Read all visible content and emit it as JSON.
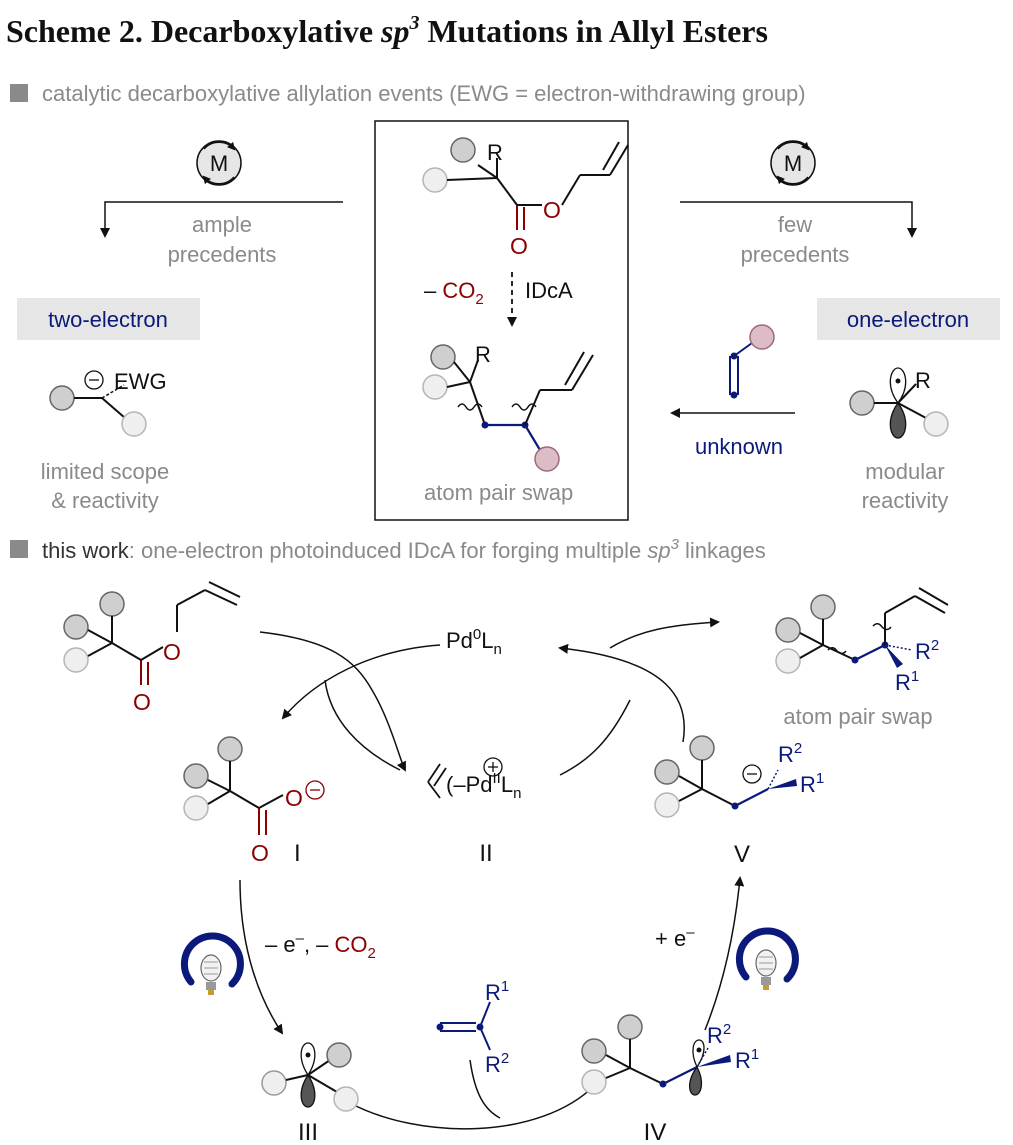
{
  "title_prefix": "Scheme 2. Decarboxylative ",
  "title_sp": "sp",
  "title_3": "3",
  "title_suffix": " Mutations in Allyl Esters",
  "section1": "catalytic decarboxylative allylation events (EWG = electron-withdrawing group)",
  "section2_bold": "this work",
  "section2_a": ": one-electron photoinduced IDcA for forging multiple ",
  "section2_b": " linkages",
  "cat_symbol": "M",
  "ample": "ample",
  "ample_precedents": "precedents",
  "few": "few",
  "few_precedents": "precedents",
  "two_electron": "two-electron",
  "one_electron": "one-electron",
  "ewg": "EWG",
  "R": "R",
  "minus": "– ",
  "co2": "CO",
  "co2_sub": "2",
  "idca": "IDcA",
  "unknown": "unknown",
  "limited1": "limited scope",
  "limited2": "& reactivity",
  "modular1": "modular",
  "modular2": "reactivity",
  "swap": "atom pair swap",
  "O": "O",
  "pd": "Pd",
  "pd0": "0",
  "L": "L",
  "n": "n",
  "pdII": "II",
  "roman_I": "I",
  "roman_II": "II",
  "roman_III": "III",
  "roman_IV": "IV",
  "roman_V": "V",
  "minus_e": "– e",
  "sup_minus": "–",
  "comma_co2": ", – ",
  "plus_e": "+ e",
  "R1": "R",
  "R2": "R",
  "sup1": "1",
  "sup2": "2",
  "colors": {
    "navy": "#0b1a7a",
    "red": "#8b0000",
    "gray": "#8a8a8a",
    "boxgray": "#e6e6e6"
  }
}
